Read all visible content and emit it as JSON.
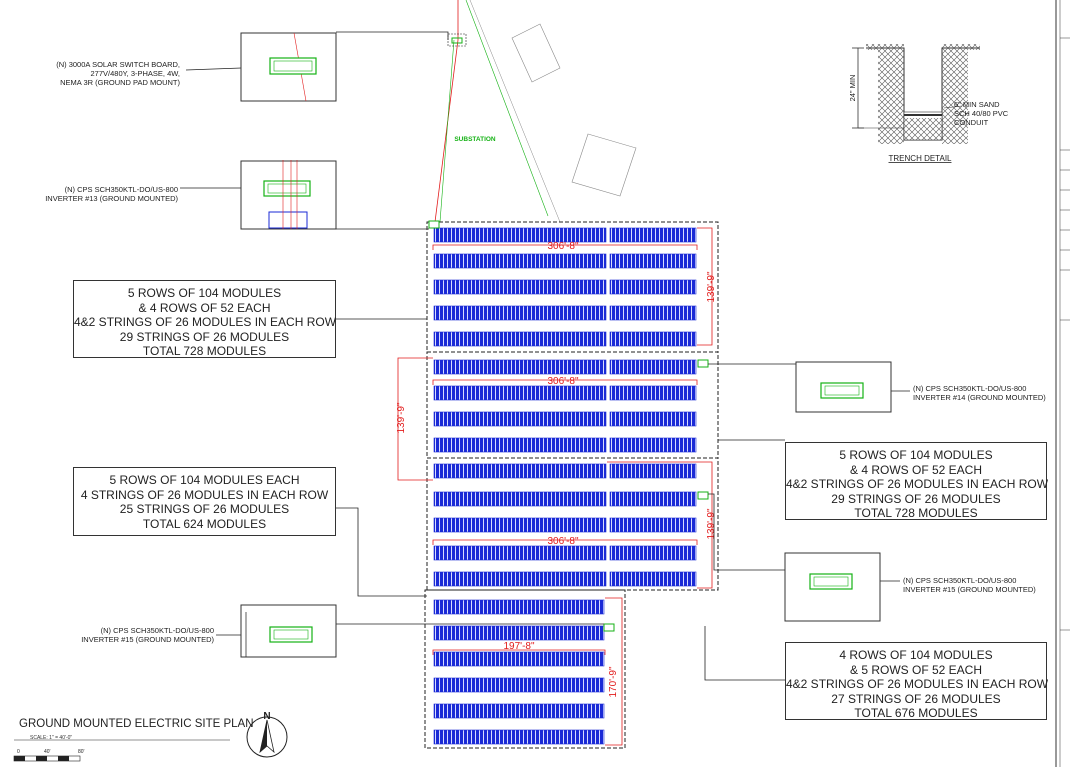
{
  "plan_title": "GROUND MOUNTED ELECTRIC SITE PLAN",
  "scale_text": "SCALE: 1\" = 40'-0\"",
  "scale_bar": [
    "0",
    "40'",
    "80'"
  ],
  "north_label": "N",
  "substation_label": "SUBSTATION",
  "switch_board": {
    "callout": [
      "(N) 3000A SOLAR SWITCH BOARD,",
      "277V/480Y, 3-PHASE, 4W,",
      "NEMA 3R (GROUND PAD MOUNT)"
    ]
  },
  "inverters": [
    {
      "id": "inv13",
      "callout": [
        "(N)  CPS SCH350KTL-DO/US-800",
        "INVERTER #13 (GROUND MOUNTED)"
      ]
    },
    {
      "id": "inv14",
      "callout": [
        "(N)  CPS SCH350KTL-DO/US-800",
        "INVERTER #14 (GROUND MOUNTED)"
      ]
    },
    {
      "id": "inv15a",
      "callout": [
        "(N)  CPS SCH350KTL-DO/US-800",
        "INVERTER #15 (GROUND MOUNTED)"
      ]
    },
    {
      "id": "inv15b",
      "callout": [
        "(N)  CPS SCH350KTL-DO/US-800",
        "INVERTER #15 (GROUND MOUNTED)"
      ]
    }
  ],
  "notes": [
    {
      "id": "block1",
      "lines": [
        "5 ROWS OF 104 MODULES",
        "& 4 ROWS OF 52 EACH",
        "4&2 STRINGS OF 26 MODULES  IN EACH ROW",
        "29 STRINGS OF 26 MODULES",
        "TOTAL 728 MODULES"
      ]
    },
    {
      "id": "block2",
      "lines": [
        "5 ROWS OF 104 MODULES",
        "& 4 ROWS OF 52 EACH",
        "4&2 STRINGS OF 26 MODULES  IN EACH ROW",
        "29 STRINGS OF 26 MODULES",
        "TOTAL 728 MODULES"
      ]
    },
    {
      "id": "block3",
      "lines": [
        "5 ROWS OF 104 MODULES  EACH",
        "4 STRINGS OF 26 MODULES  IN EACH ROW",
        "25 STRINGS OF 26 MODULES",
        "TOTAL 624 MODULES"
      ]
    },
    {
      "id": "block4",
      "lines": [
        "4 ROWS OF 104 MODULES",
        "& 5 ROWS OF 52 EACH",
        "4&2 STRINGS OF 26 MODULES  IN EACH ROW",
        "27 STRINGS OF 26 MODULES",
        "TOTAL 676 MODULES"
      ]
    }
  ],
  "dimensions": {
    "array1_width": "306'-8\"",
    "array1_height": "139'-9\"",
    "array2_width": "306'-8\"",
    "array2_height": "139'-9\"",
    "array3_width": "306'-8\"",
    "array3_height": "139'-9\"",
    "array4_width": "197'-8\"",
    "array4_height": "170'-9\""
  },
  "trench_detail": {
    "title": "TRENCH DETAIL",
    "depth": "24\" MIN",
    "callout": [
      "6\" MIN SAND",
      "SCH 40/80 PVC",
      "CONDUIT"
    ]
  },
  "colors": {
    "panel": "#1a2ad6",
    "dimension": "#e21b1b",
    "equipment": "#15b215",
    "line": "#222222"
  }
}
